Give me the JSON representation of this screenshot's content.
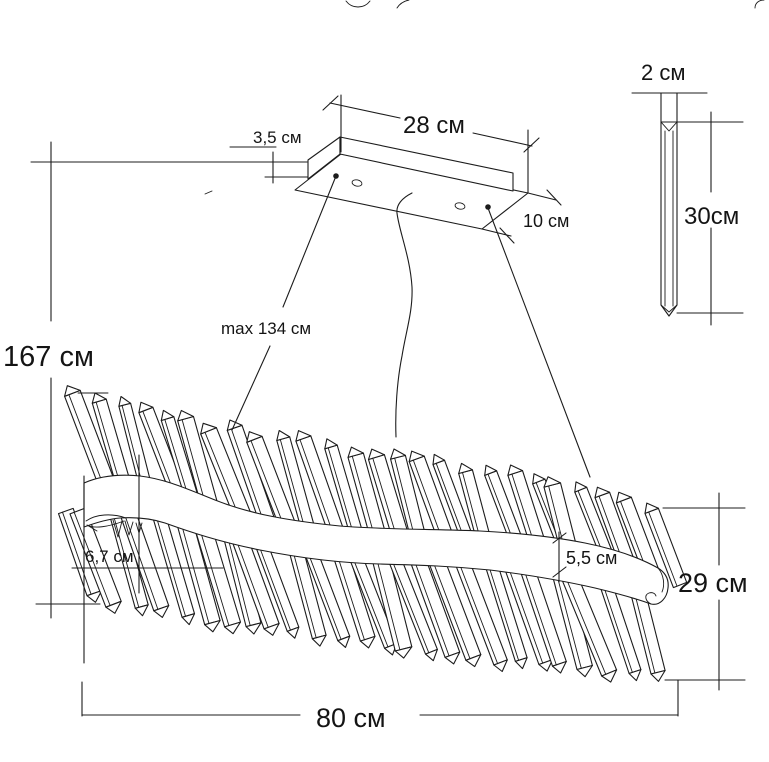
{
  "drawing": {
    "type": "technical dimension drawing of crystal pendant chandelier",
    "background": "#ffffff",
    "line_color": "#1c1c1c",
    "labels": {
      "overall_drop": "167 см",
      "canopy_length": "28 см",
      "canopy_height": "3,5 см",
      "canopy_depth": "10 см",
      "crystal_width": "2 см",
      "crystal_length": "30см",
      "max_suspension": "max 134 см",
      "left_inset": "6,7 см",
      "band_height": "5,5 см",
      "body_height": "29 см",
      "body_length": "80 см"
    }
  }
}
